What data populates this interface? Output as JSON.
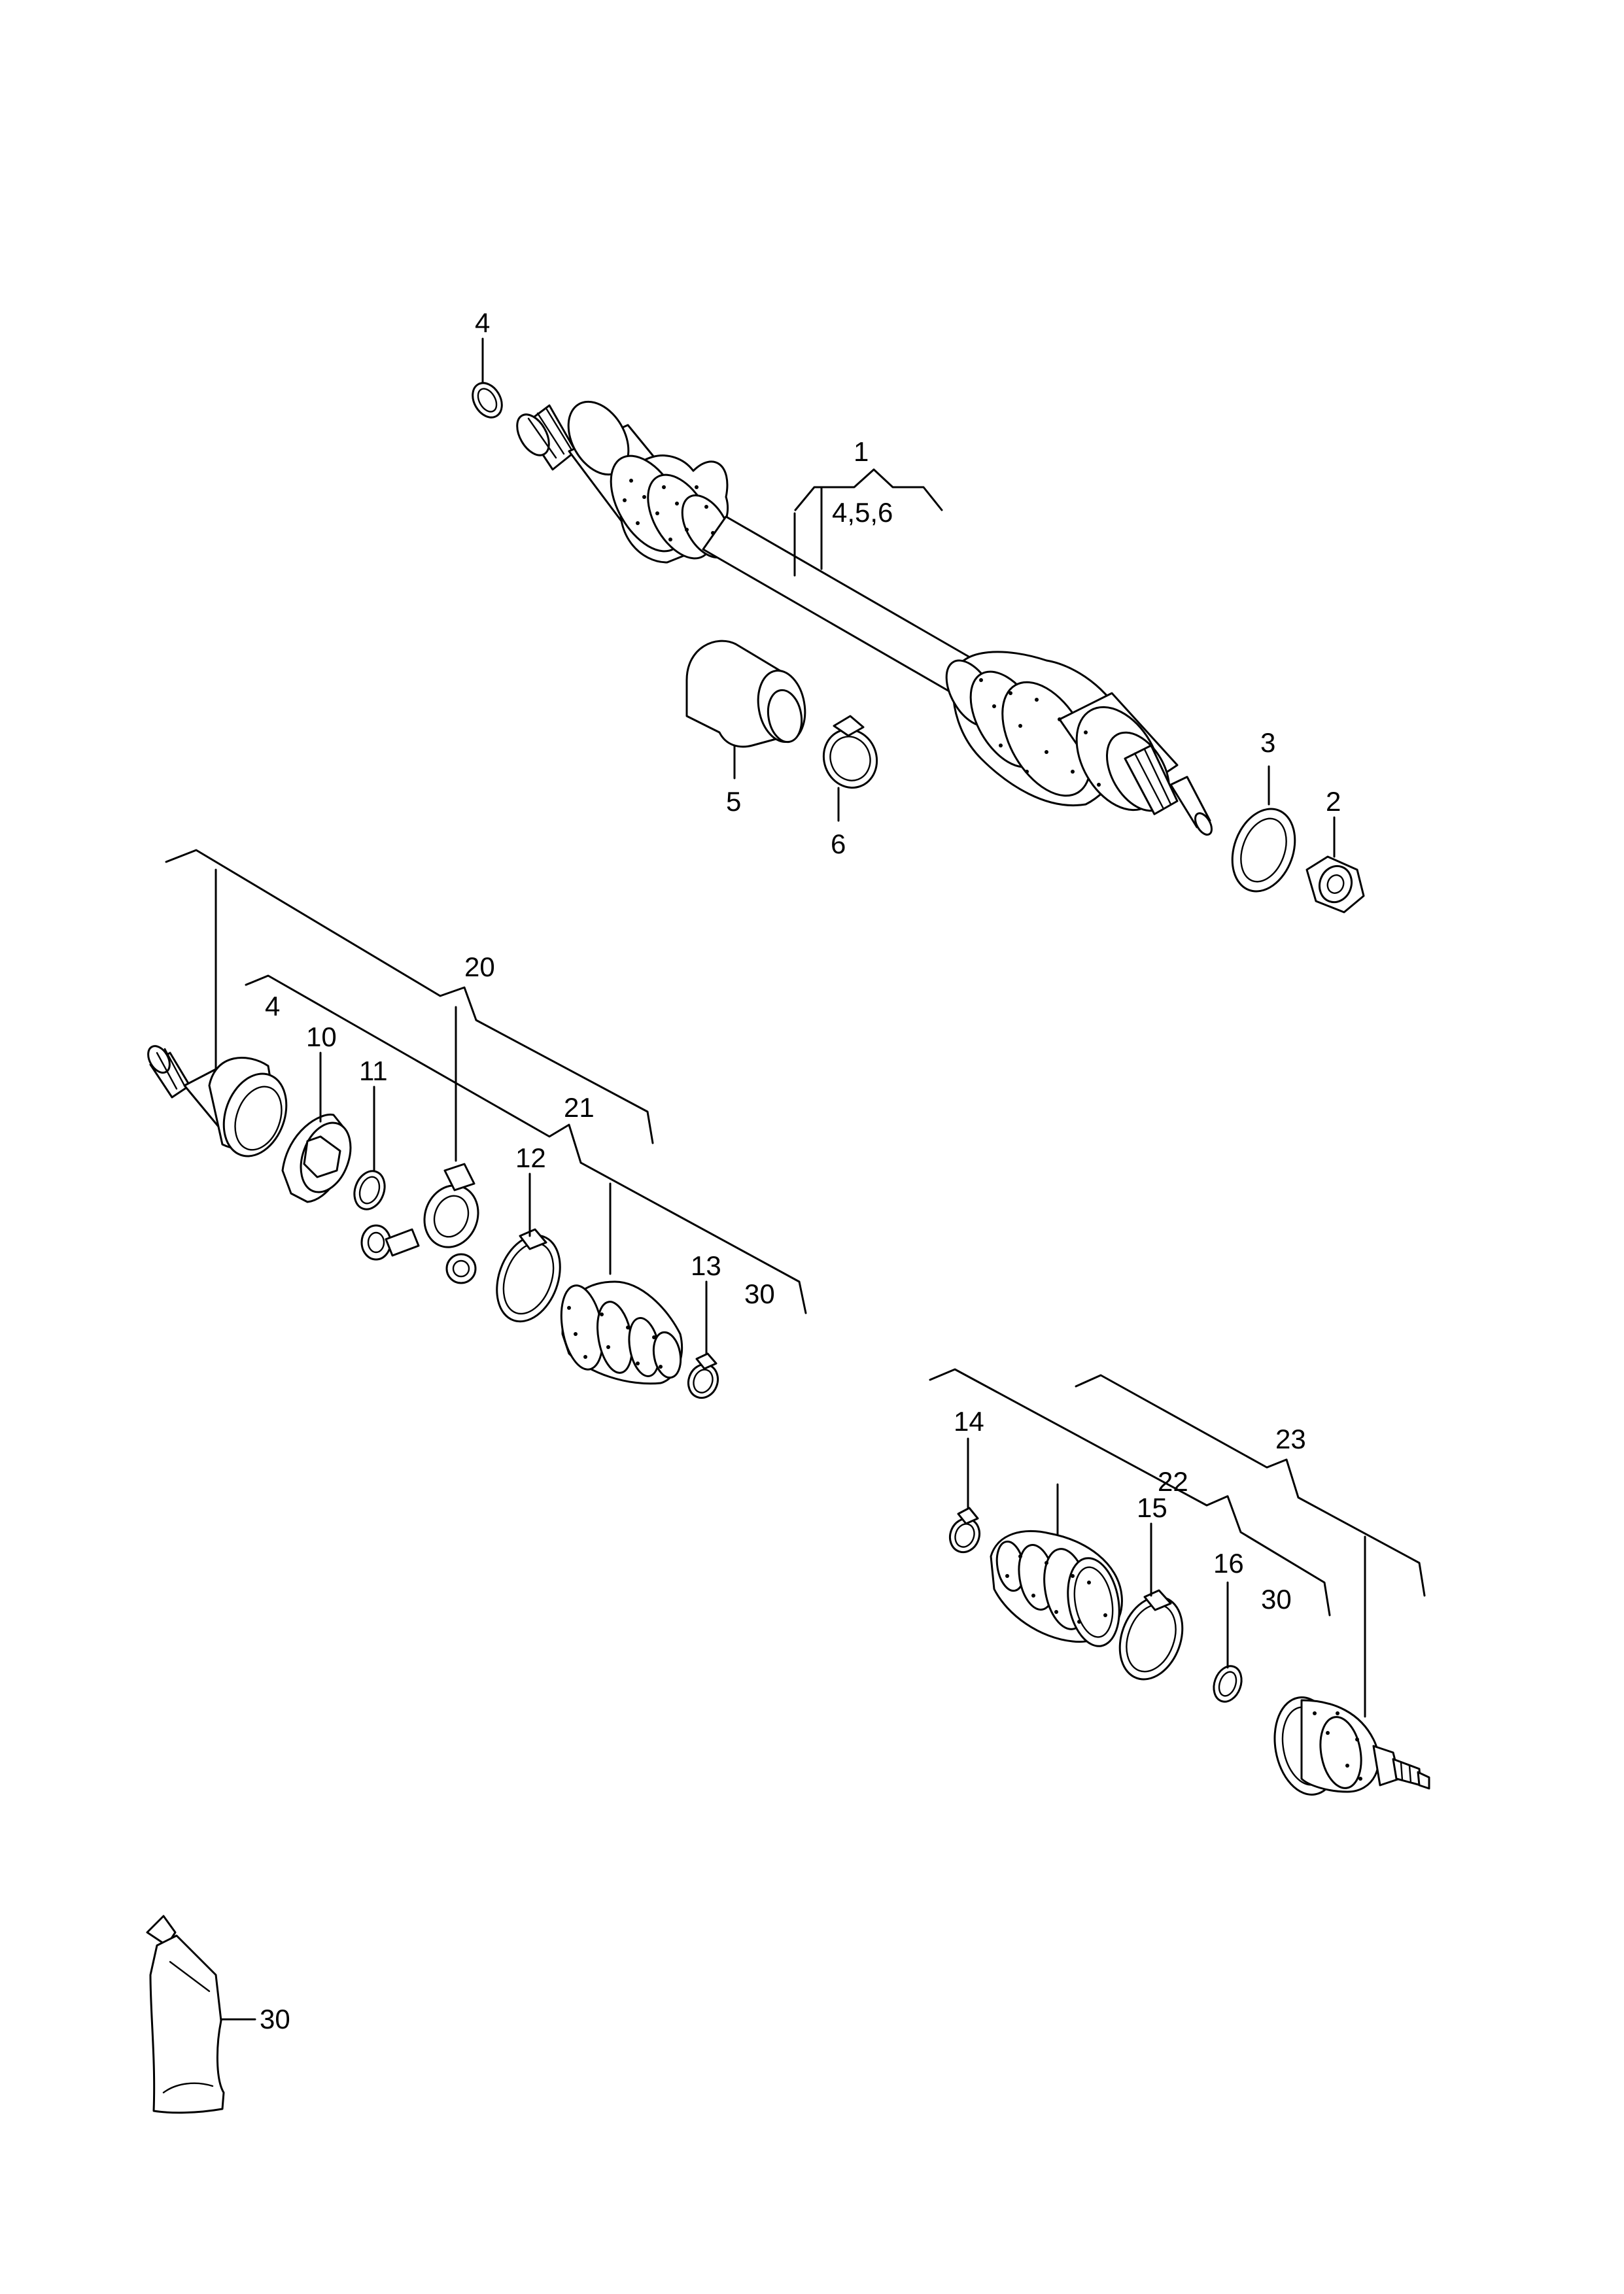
{
  "callouts": {
    "c1": "1",
    "c1_sub": "4,5,6",
    "c2": "2",
    "c3": "3",
    "c4_top": "4",
    "c4_mid": "4",
    "c5": "5",
    "c6": "6",
    "c10": "10",
    "c11": "11",
    "c12": "12",
    "c13": "13",
    "c14": "14",
    "c15": "15",
    "c16": "16",
    "c20": "20",
    "c21": "21",
    "c22": "22",
    "c23": "23",
    "c30_mid": "30",
    "c30_right": "30",
    "c30_tube": "30"
  },
  "colors": {
    "line": "#000000",
    "background": "#ffffff"
  }
}
